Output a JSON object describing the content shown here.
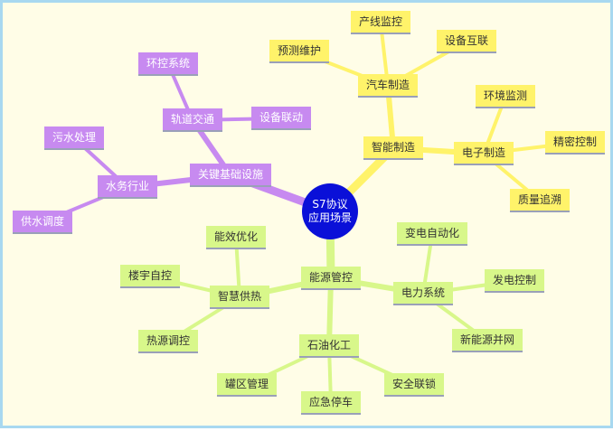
{
  "center": {
    "line1": "S7协议",
    "line2": "应用场景"
  },
  "colors": {
    "purple": "#c78af0",
    "yellow": "#fff36a",
    "green": "#d8f78a",
    "center": "#0a10d8"
  },
  "infra": {
    "root": "关键基础设施",
    "rail": "轨道交通",
    "rail_env": "环控系统",
    "rail_link": "设备联动",
    "water": "水务行业",
    "water_sewage": "污水处理",
    "water_supply": "供水调度"
  },
  "smart": {
    "root": "智能制造",
    "auto": "汽车制造",
    "auto_line": "产线监控",
    "auto_iot": "设备互联",
    "auto_maint": "预测维护",
    "elec": "电子制造",
    "elec_env": "环境监测",
    "elec_ctrl": "精密控制",
    "elec_trace": "质量追溯"
  },
  "energy": {
    "root": "能源管控",
    "building": "智慧供热",
    "building_opt": "能效优化",
    "building_auto": "楼宇自控",
    "building_heat": "热源调控",
    "power": "电力系统",
    "power_sub": "变电自动化",
    "power_gen": "发电控制",
    "power_new": "新能源并网",
    "petro": "石油化工",
    "petro_tank": "罐区管理",
    "petro_stop": "应急停车",
    "petro_safe": "安全联锁"
  }
}
